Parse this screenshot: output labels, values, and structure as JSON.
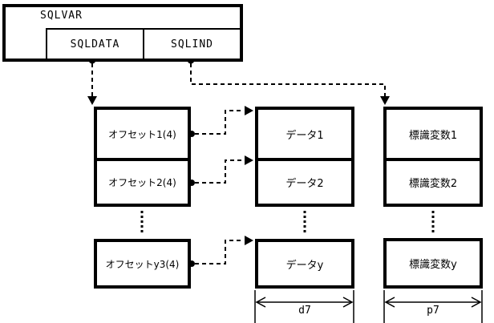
{
  "sqlvar": {
    "title": "SQLVAR",
    "sqldata_label": "SQLDATA",
    "sqlind_label": "SQLIND"
  },
  "offset_column": {
    "row1": "オフセット1(4)",
    "row2": "オフセット2(4)",
    "row_y": "オフセットy3(4)"
  },
  "data_column": {
    "row1": "データ1",
    "row2": "データ2",
    "row_y": "データy"
  },
  "indicator_column": {
    "row1": "標識変数1",
    "row2": "標識変数2",
    "row_y": "標識変数y"
  },
  "dimension_labels": {
    "data_width": "d7",
    "indicator_width": "p7"
  },
  "colors": {
    "line": "#000000",
    "background": "#ffffff"
  }
}
